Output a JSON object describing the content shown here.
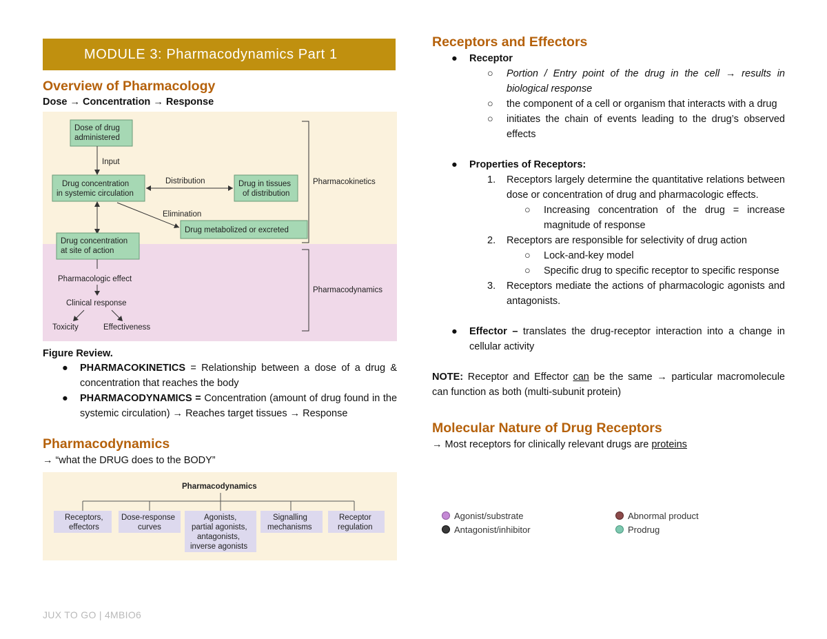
{
  "left": {
    "banner": "MODULE 3: Pharmacodynamics Part 1",
    "overview_title": "Overview of Pharmacology",
    "overview_sub": "Dose → Concentration → Response",
    "figure1": {
      "box_dose": [
        "Dose of drug",
        "administered"
      ],
      "input": "Input",
      "box_conc": [
        "Drug concentration",
        "in systemic circulation"
      ],
      "distribution": "Distribution",
      "box_tissues": [
        "Drug in tissues",
        "of distribution"
      ],
      "elimination": "Elimination",
      "box_metab": "Drug metabolized or excreted",
      "box_site": [
        "Drug concentration",
        "at site of action"
      ],
      "effect": "Pharmacologic effect",
      "clinical": "Clinical response",
      "toxicity": "Toxicity",
      "effectiveness": "Effectiveness",
      "pk": "Pharmacokinetics",
      "pd": "Pharmacodynamics"
    },
    "figure_review": "Figure Review.",
    "review_items": [
      {
        "term": "PHARMACOKINETICS",
        "rest": " = Relationship between a dose of a drug & concentration that reaches the body"
      },
      {
        "term": "PHARMACODYNAMICS =",
        "rest": " Concentration (amount of drug found in the systemic circulation) → Reaches target tissues → Response"
      }
    ],
    "pd_title": "Pharmacodynamics",
    "pd_sub": "→ “what the DRUG does to the BODY”",
    "figure2": {
      "root": "Pharmacodynamics",
      "boxes": [
        [
          "Receptors,",
          "effectors"
        ],
        [
          "Dose-response",
          "curves"
        ],
        [
          "Agonists,",
          "partial agonists,",
          "antagonists,",
          "inverse agonists"
        ],
        [
          "Signalling",
          "mechanisms"
        ],
        [
          "Receptor",
          "regulation"
        ]
      ]
    },
    "footer": "JUX TO GO | 4MBIO6"
  },
  "right": {
    "title": "Receptors and Effectors",
    "receptor_label": "Receptor",
    "receptor_items": [
      "Portion / Entry point  of the drug in the cell → results in biological response",
      "the component of a cell or organism that interacts with a drug",
      "initiates the chain of events leading to the drug’s observed effects"
    ],
    "properties_label": "Properties of Receptors:",
    "properties": [
      {
        "n": "1.",
        "text": "Receptors largely determine the quantitative relations between dose or concentration of drug and pharmacologic effects.",
        "subs": [
          "Increasing concentration of the drug = increase magnitude of response"
        ]
      },
      {
        "n": "2.",
        "text": "Receptors are responsible for selectivity of drug action",
        "subs": [
          "Lock-and-key model",
          "Specific drug to specific receptor to specific response"
        ]
      },
      {
        "n": "3.",
        "text": "Receptors mediate the actions of pharmacologic agonists and antagonists.",
        "subs": []
      }
    ],
    "effector_label": "Effector –",
    "effector_text": " translates the drug-receptor interaction into a change in cellular activity",
    "note_label": "NOTE:",
    "note_pre": " Receptor and Effector ",
    "note_can": "can",
    "note_post": " be the same → particular macromolecule can function as both (multi-subunit protein)",
    "molecular_title": "Molecular Nature of Drug Receptors",
    "molecular_pre": "→ Most receptors for clinically relevant drugs are ",
    "molecular_proteins": "proteins",
    "legend": [
      {
        "label": "Agonist/substrate",
        "color": "#c58ad6"
      },
      {
        "label": "Antagonist/inhibitor",
        "color": "#3a3a3a"
      },
      {
        "label": "Abnormal product",
        "color": "#8c4a4a"
      },
      {
        "label": "Prodrug",
        "color": "#7ec8b0"
      }
    ]
  }
}
